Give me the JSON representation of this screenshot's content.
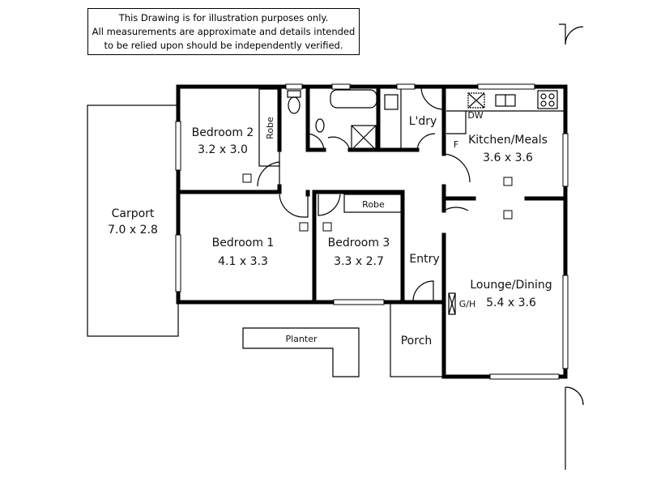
{
  "disclaimer": {
    "lines": [
      "This Drawing is for illustration purposes only.",
      "All measurements are approximate and details intended",
      "to be relied upon should be independently verified."
    ]
  },
  "rooms": {
    "bedroom2": {
      "name": "Bedroom 2",
      "size": "3.2 x 3.0"
    },
    "bedroom1": {
      "name": "Bedroom 1",
      "size": "4.1 x 3.3"
    },
    "bedroom3": {
      "name": "Bedroom 3",
      "size": "3.3 x 2.7"
    },
    "kitchen": {
      "name": "Kitchen/Meals",
      "size": "3.6 x 3.6"
    },
    "lounge": {
      "name": "Lounge/Dining",
      "size": "5.4 x 3.6"
    },
    "carport": {
      "name": "Carport",
      "size": "7.0 x 2.8"
    },
    "laundry": {
      "name": "L'dry"
    },
    "entry": {
      "name": "Entry"
    },
    "porch": {
      "name": "Porch"
    },
    "planter": {
      "name": "Planter"
    }
  },
  "fixtures": {
    "robe_bed2": "Robe",
    "robe_bed3": "Robe",
    "dishwasher": "DW",
    "fridge": "F",
    "gas_heater": "G/H"
  }
}
